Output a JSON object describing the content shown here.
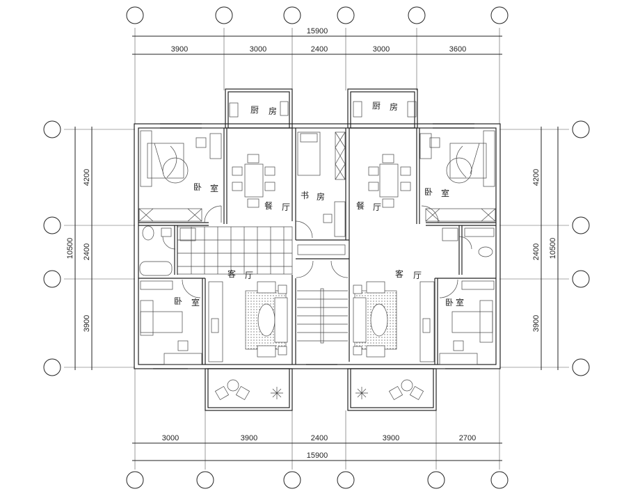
{
  "dimensions": {
    "top_total": "15900",
    "top_segments": [
      "3900",
      "3000",
      "2400",
      "3000",
      "3600"
    ],
    "bottom_segments": [
      "3000",
      "3900",
      "2400",
      "3900",
      "2700"
    ],
    "bottom_total": "15900",
    "left_total": "10500",
    "left_segments": [
      "4200",
      "2400",
      "3900"
    ],
    "right_total": "10500",
    "right_segments": [
      "4200",
      "2400",
      "3900"
    ]
  },
  "rooms": {
    "kitchen_left": [
      "厨",
      "房"
    ],
    "kitchen_right": [
      "厨",
      "房"
    ],
    "bedroom_top_left": [
      "卧",
      "室"
    ],
    "bedroom_top_right": [
      "卧",
      "室"
    ],
    "dining_left": [
      "餐",
      "厅"
    ],
    "dining_right": [
      "餐",
      "厅"
    ],
    "study": [
      "书",
      "房"
    ],
    "living_left": [
      "客",
      "厅"
    ],
    "living_right": [
      "客",
      "厅"
    ],
    "bedroom_bottom_left": [
      "卧",
      "室"
    ],
    "bedroom_bottom_right": [
      "卧",
      "室"
    ]
  }
}
